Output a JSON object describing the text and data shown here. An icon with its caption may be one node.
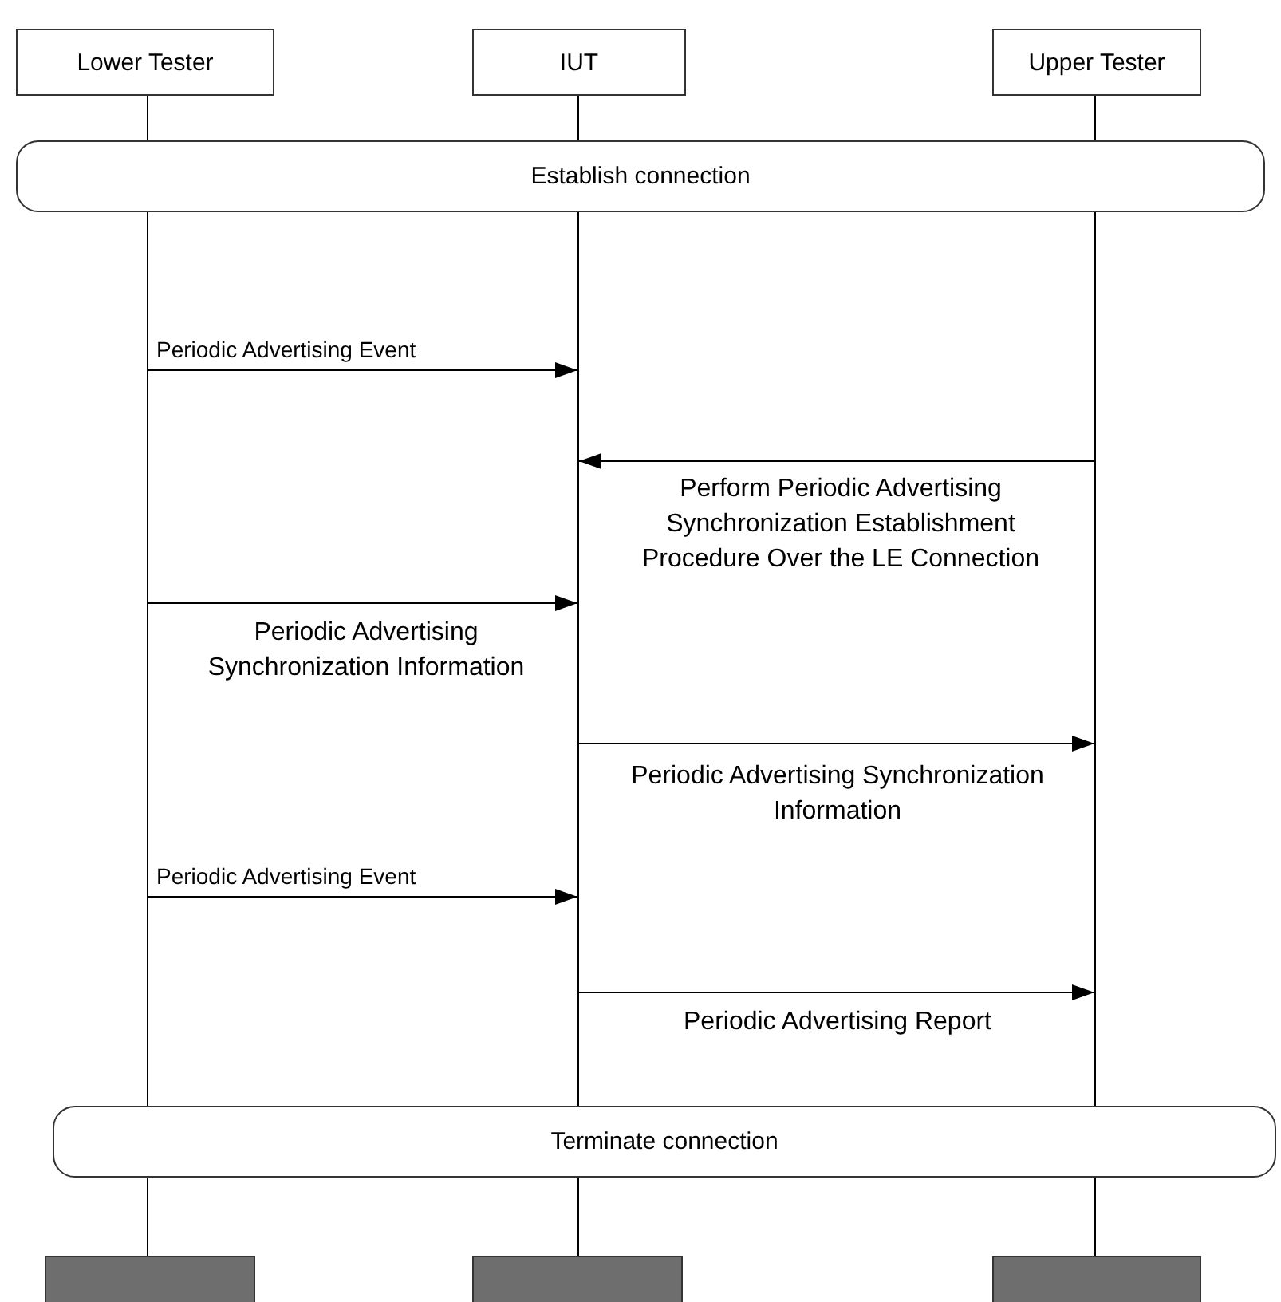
{
  "diagram": {
    "nodes": [
      {
        "text": [
          "Lower Tester"
        ]
      },
      {
        "text": [
          "IUT"
        ]
      },
      {
        "text": [
          "Upper Tester"
        ]
      },
      {
        "text": [
          "Establish connection"
        ]
      },
      {
        "text": [
          "Terminate connection"
        ]
      },
      {
        "text": [],
        "shape": "bar"
      },
      {
        "text": [],
        "shape": "bar"
      },
      {
        "text": [],
        "shape": "bar"
      },
      {
        "text": [],
        "shape": "line"
      },
      {
        "text": [],
        "shape": "line"
      },
      {
        "text": [],
        "shape": "line"
      }
    ],
    "edges": [
      {
        "from": 8,
        "to": 9,
        "arrow": "to",
        "label": "Periodic Advertising Event"
      },
      {
        "from": 10,
        "to": 9,
        "arrow": "to",
        "label": "Perform Periodic Advertising Synchronization Establishment Procedure Over the LE Connection"
      },
      {
        "from": 8,
        "to": 9,
        "arrow": "to",
        "label": "Periodic Advertising Synchronization Information"
      },
      {
        "from": 9,
        "to": 10,
        "arrow": "to",
        "label": "Periodic Advertising Synchronization Information"
      },
      {
        "from": 8,
        "to": 9,
        "arrow": "to",
        "label": "Periodic Advertising Event"
      },
      {
        "from": 9,
        "to": 10,
        "arrow": "to",
        "label": "Periodic Advertising Report"
      }
    ]
  }
}
